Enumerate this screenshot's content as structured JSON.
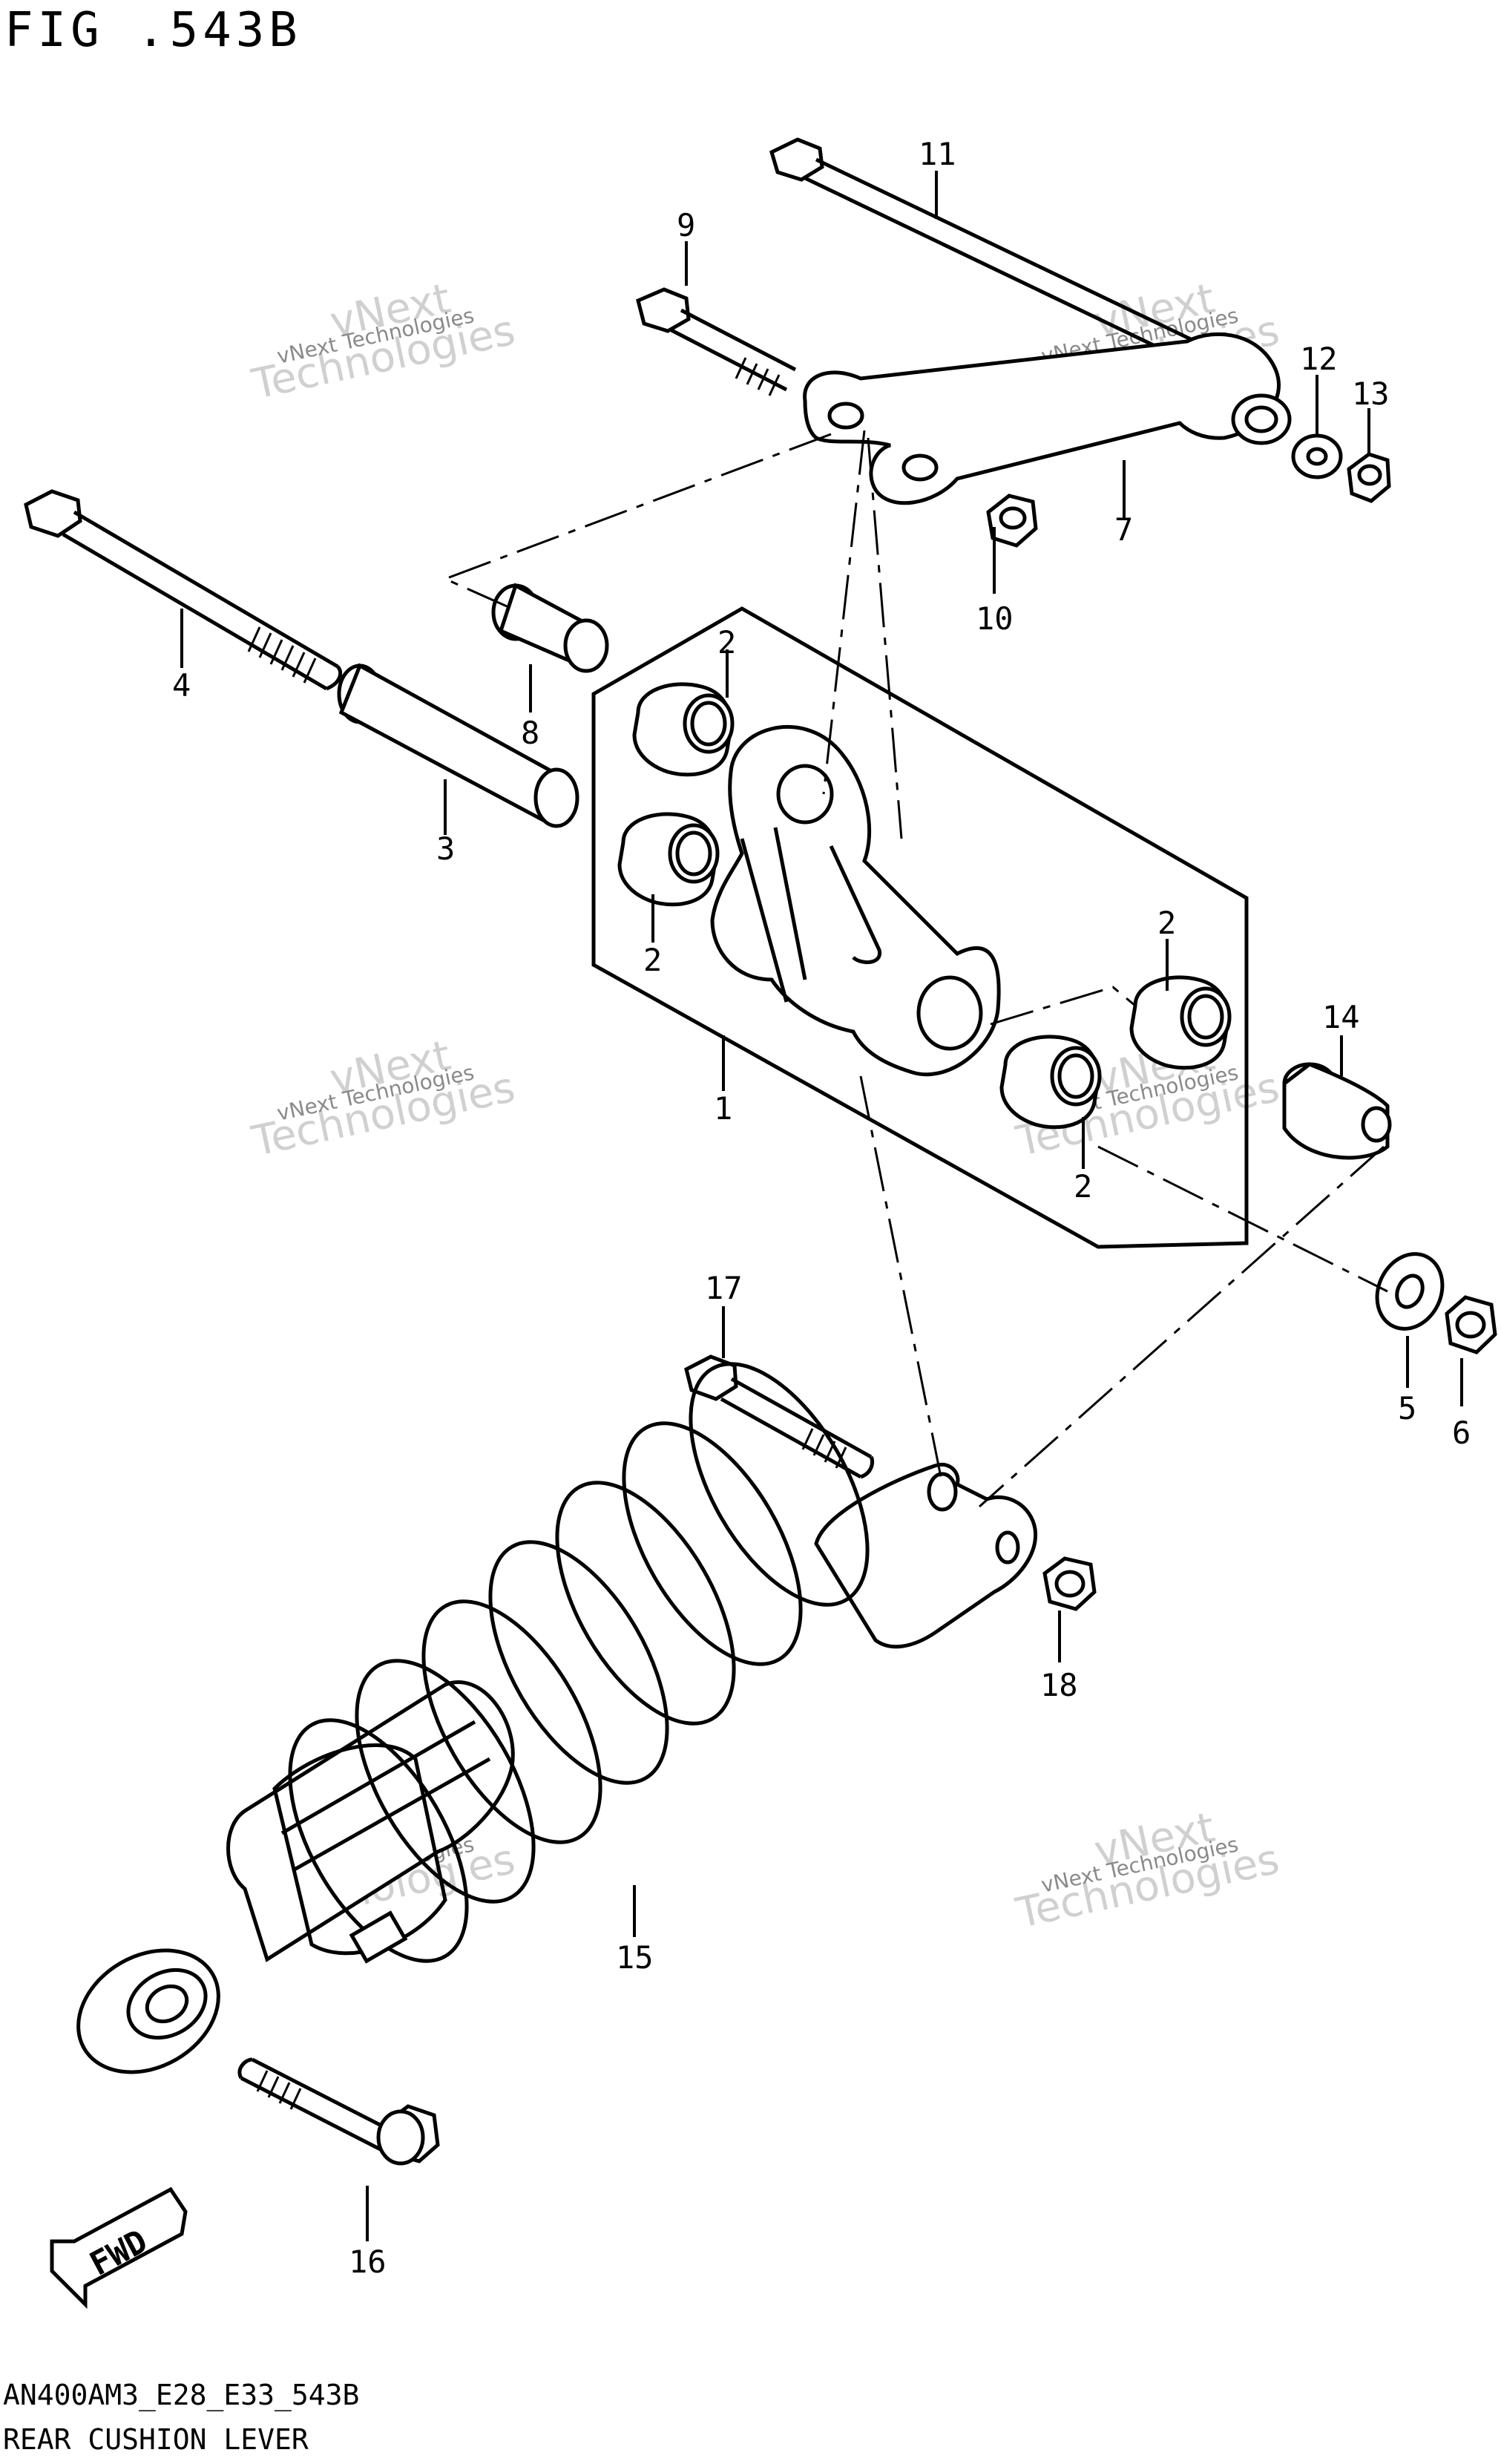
{
  "figure_title": "FIG .543B",
  "footer": {
    "model_code": "AN400AM3_E28_E33_543B",
    "caption": "REAR CUSHION LEVER"
  },
  "direction_badge": "FWD",
  "watermark": {
    "small": "vNext Technologies",
    "big": "Technologies",
    "sub": "vNext"
  },
  "callouts": [
    "1",
    "2",
    "3",
    "4",
    "5",
    "6",
    "7",
    "8",
    "9",
    "10",
    "11",
    "12",
    "13",
    "14",
    "15",
    "16",
    "17",
    "18"
  ],
  "extra_callouts": {
    "c2a": "2",
    "c2b": "2",
    "c2c": "2",
    "c2d": "2"
  }
}
